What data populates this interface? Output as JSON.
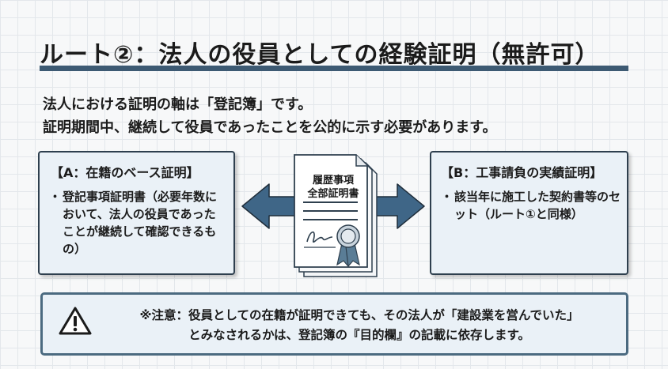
{
  "title": "ルート②：法人の役員としての経験証明（無許可）",
  "intro": {
    "line1": "法人における証明の軸は「登記簿」です。",
    "line2": "証明期間中、継続して役員であったことを公的に示す必要があります。"
  },
  "left_box": {
    "title": "【A：在籍のベース証明】",
    "items": [
      "登記事項証明書（必要年数において、法人の役員であったことが継続して確認できるもの）"
    ]
  },
  "document": {
    "title_line1": "履歴事項",
    "title_line2": "全部証明書",
    "icon": "certificate-document-icon"
  },
  "right_box": {
    "title": "【B：工事請負の実績証明】",
    "items": [
      "該当年に施工した契約書等のセット（ルート①と同様）"
    ]
  },
  "warning": {
    "icon": "warning-triangle-icon",
    "line1": "※注意：役員としての在籍が証明できても、その法人が「建設業を営んでいた」",
    "line2": "とみなされるかは、登記簿の『目的欄』の記載に依存します。"
  },
  "colors": {
    "accent": "#3d5a73",
    "arrow": "#3f6687",
    "box_bg": "#eaf1f7",
    "border": "#2e3f4e"
  }
}
